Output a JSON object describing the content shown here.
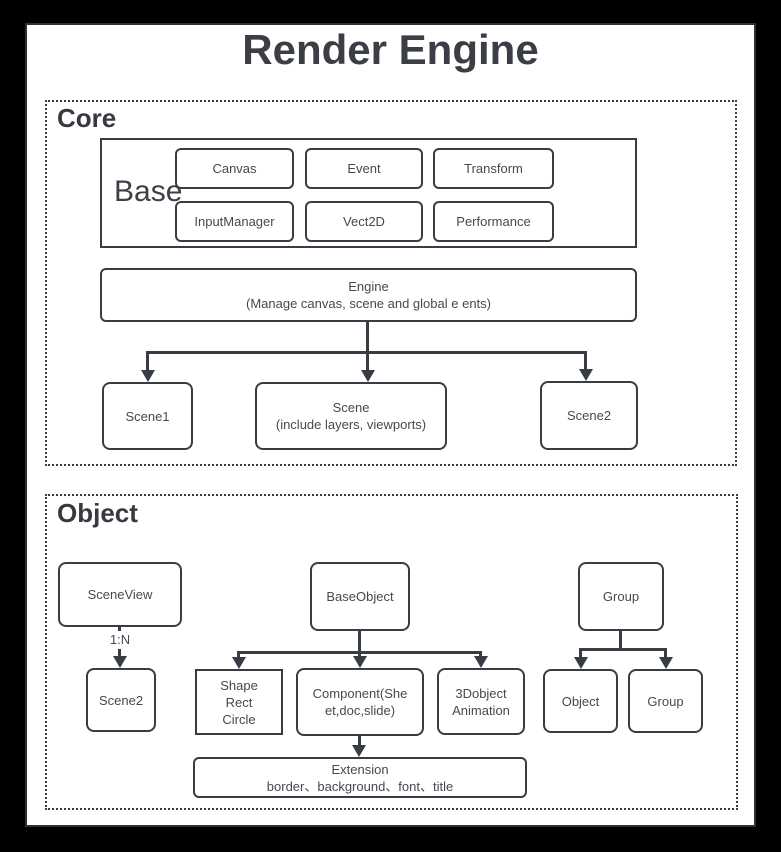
{
  "title": "Render Engine",
  "colors": {
    "ink": "#383d45",
    "page_background": "#ffffff",
    "frame_background": "#000000"
  },
  "core": {
    "label": "Core",
    "base": {
      "label": "Base",
      "modules": [
        "Canvas",
        "Event",
        "Transform",
        "InputManager",
        "Vect2D",
        "Performance"
      ]
    },
    "engine": {
      "lines": [
        "Engine",
        "(Manage canvas, scene and global e ents)"
      ]
    },
    "scene1": "Scene1",
    "scene_mid": {
      "lines": [
        "Scene",
        "(include layers, viewports)"
      ]
    },
    "scene2": "Scene2"
  },
  "object": {
    "label": "Object",
    "scene_view": "SceneView",
    "relation": "1:N",
    "scene2": "Scene2",
    "base_object": "BaseObject",
    "shape": {
      "lines": [
        "Shape",
        "Rect",
        "Circle"
      ]
    },
    "component": {
      "lines": [
        "Component(She",
        "et,doc,slide)"
      ]
    },
    "animation3d": {
      "lines": [
        "3Dobject",
        "Animation"
      ]
    },
    "group": "Group",
    "child_object": "Object",
    "child_group": "Group",
    "extension": {
      "lines": [
        "Extension",
        "border、background、font、title"
      ]
    }
  }
}
